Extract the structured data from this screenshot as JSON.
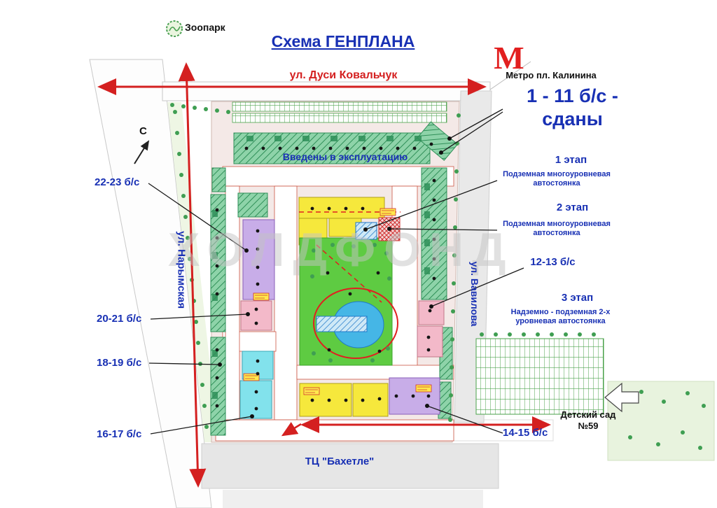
{
  "header": {
    "title": "Схема ГЕНПЛАНА",
    "zoo_label": "Зоопарк",
    "metro_symbol": "М",
    "metro_label": "Метро пл. Калинина"
  },
  "streets": {
    "top": "ул. Дуси Ковальчук",
    "left": "ул. Нарымская",
    "right": "ул. Вавилова"
  },
  "compass": {
    "north": "С"
  },
  "status": {
    "delivered_line1": "1 - 11 б/с -",
    "delivered_line2": "сданы",
    "in_operation": "Введены в эксплуатацию"
  },
  "stages": {
    "stage1": {
      "label": "1 этап",
      "desc": "Подземная многоуровневая автостоянка"
    },
    "stage2": {
      "label": "2 этап",
      "desc": "Подземная многоуровневая автостоянка"
    },
    "stage3": {
      "label": "3 этап",
      "desc": "Надземно - подземная 2-х уровневая автостоянка"
    }
  },
  "blocks": {
    "b12_13": "12-13 б/с",
    "b14_15": "14-15 б/с",
    "b16_17": "16-17 б/с",
    "b18_19": "18-19 б/с",
    "b20_21": "20-21 б/с",
    "b22_23": "22-23 б/с"
  },
  "landmarks": {
    "kindergarten_line1": "Детский сад",
    "kindergarten_line2": "№59",
    "mall": "ТЦ \"Бахетле\""
  },
  "watermark": "ХОЛДФОНД",
  "colors": {
    "accent_blue": "#1830b4",
    "accent_red": "#e21f1f",
    "street_red": "#d42020",
    "green_building": "#8ed3a9",
    "green_hatch": "#2f8f58",
    "lawn_green": "#5ecb42",
    "pond_blue": "#45b6e6",
    "yellow_building": "#f6e83c",
    "purple_building": "#c8ade8",
    "pink_building": "#f3b9c9",
    "cyan_building": "#82e2ec",
    "watermark_gray": "#c4c4c4"
  }
}
